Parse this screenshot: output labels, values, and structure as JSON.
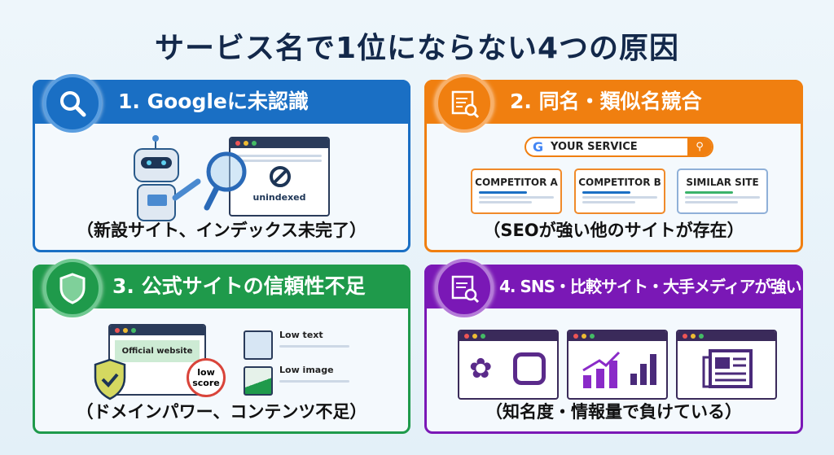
{
  "title": "サービス名で1位にならない4つの原因",
  "colors": {
    "blue": "#1a6fc4",
    "orange": "#f07f10",
    "green": "#1f9a4b",
    "purple": "#7a18b6",
    "title": "#13284a"
  },
  "panels": [
    {
      "heading": "1. Googleに未認識",
      "caption": "（新設サイト、インデックス未完了）",
      "icon": "search-icon",
      "illustration": {
        "window_label": "unindexed"
      }
    },
    {
      "heading": "2. 同名・類似名競合",
      "caption": "（SEOが強い他のサイトが存在）",
      "icon": "document-search-icon",
      "illustration": {
        "search_query": "YOUR SERVICE",
        "cards": [
          "COMPETITOR A",
          "COMPETITOR B",
          "SIMILAR SITE"
        ]
      }
    },
    {
      "heading": "3. 公式サイトの信頼性不足",
      "caption": "（ドメインパワー、コンテンツ不足）",
      "icon": "shield-icon",
      "illustration": {
        "window_label": "Official website",
        "score_label_1": "low",
        "score_label_2": "score",
        "items": [
          "Low text",
          "Low image"
        ]
      }
    },
    {
      "heading": "4. SNS・比較サイト・大手メディアが強い",
      "caption": "（知名度・情報量で負けている）",
      "icon": "document-search-icon"
    }
  ]
}
